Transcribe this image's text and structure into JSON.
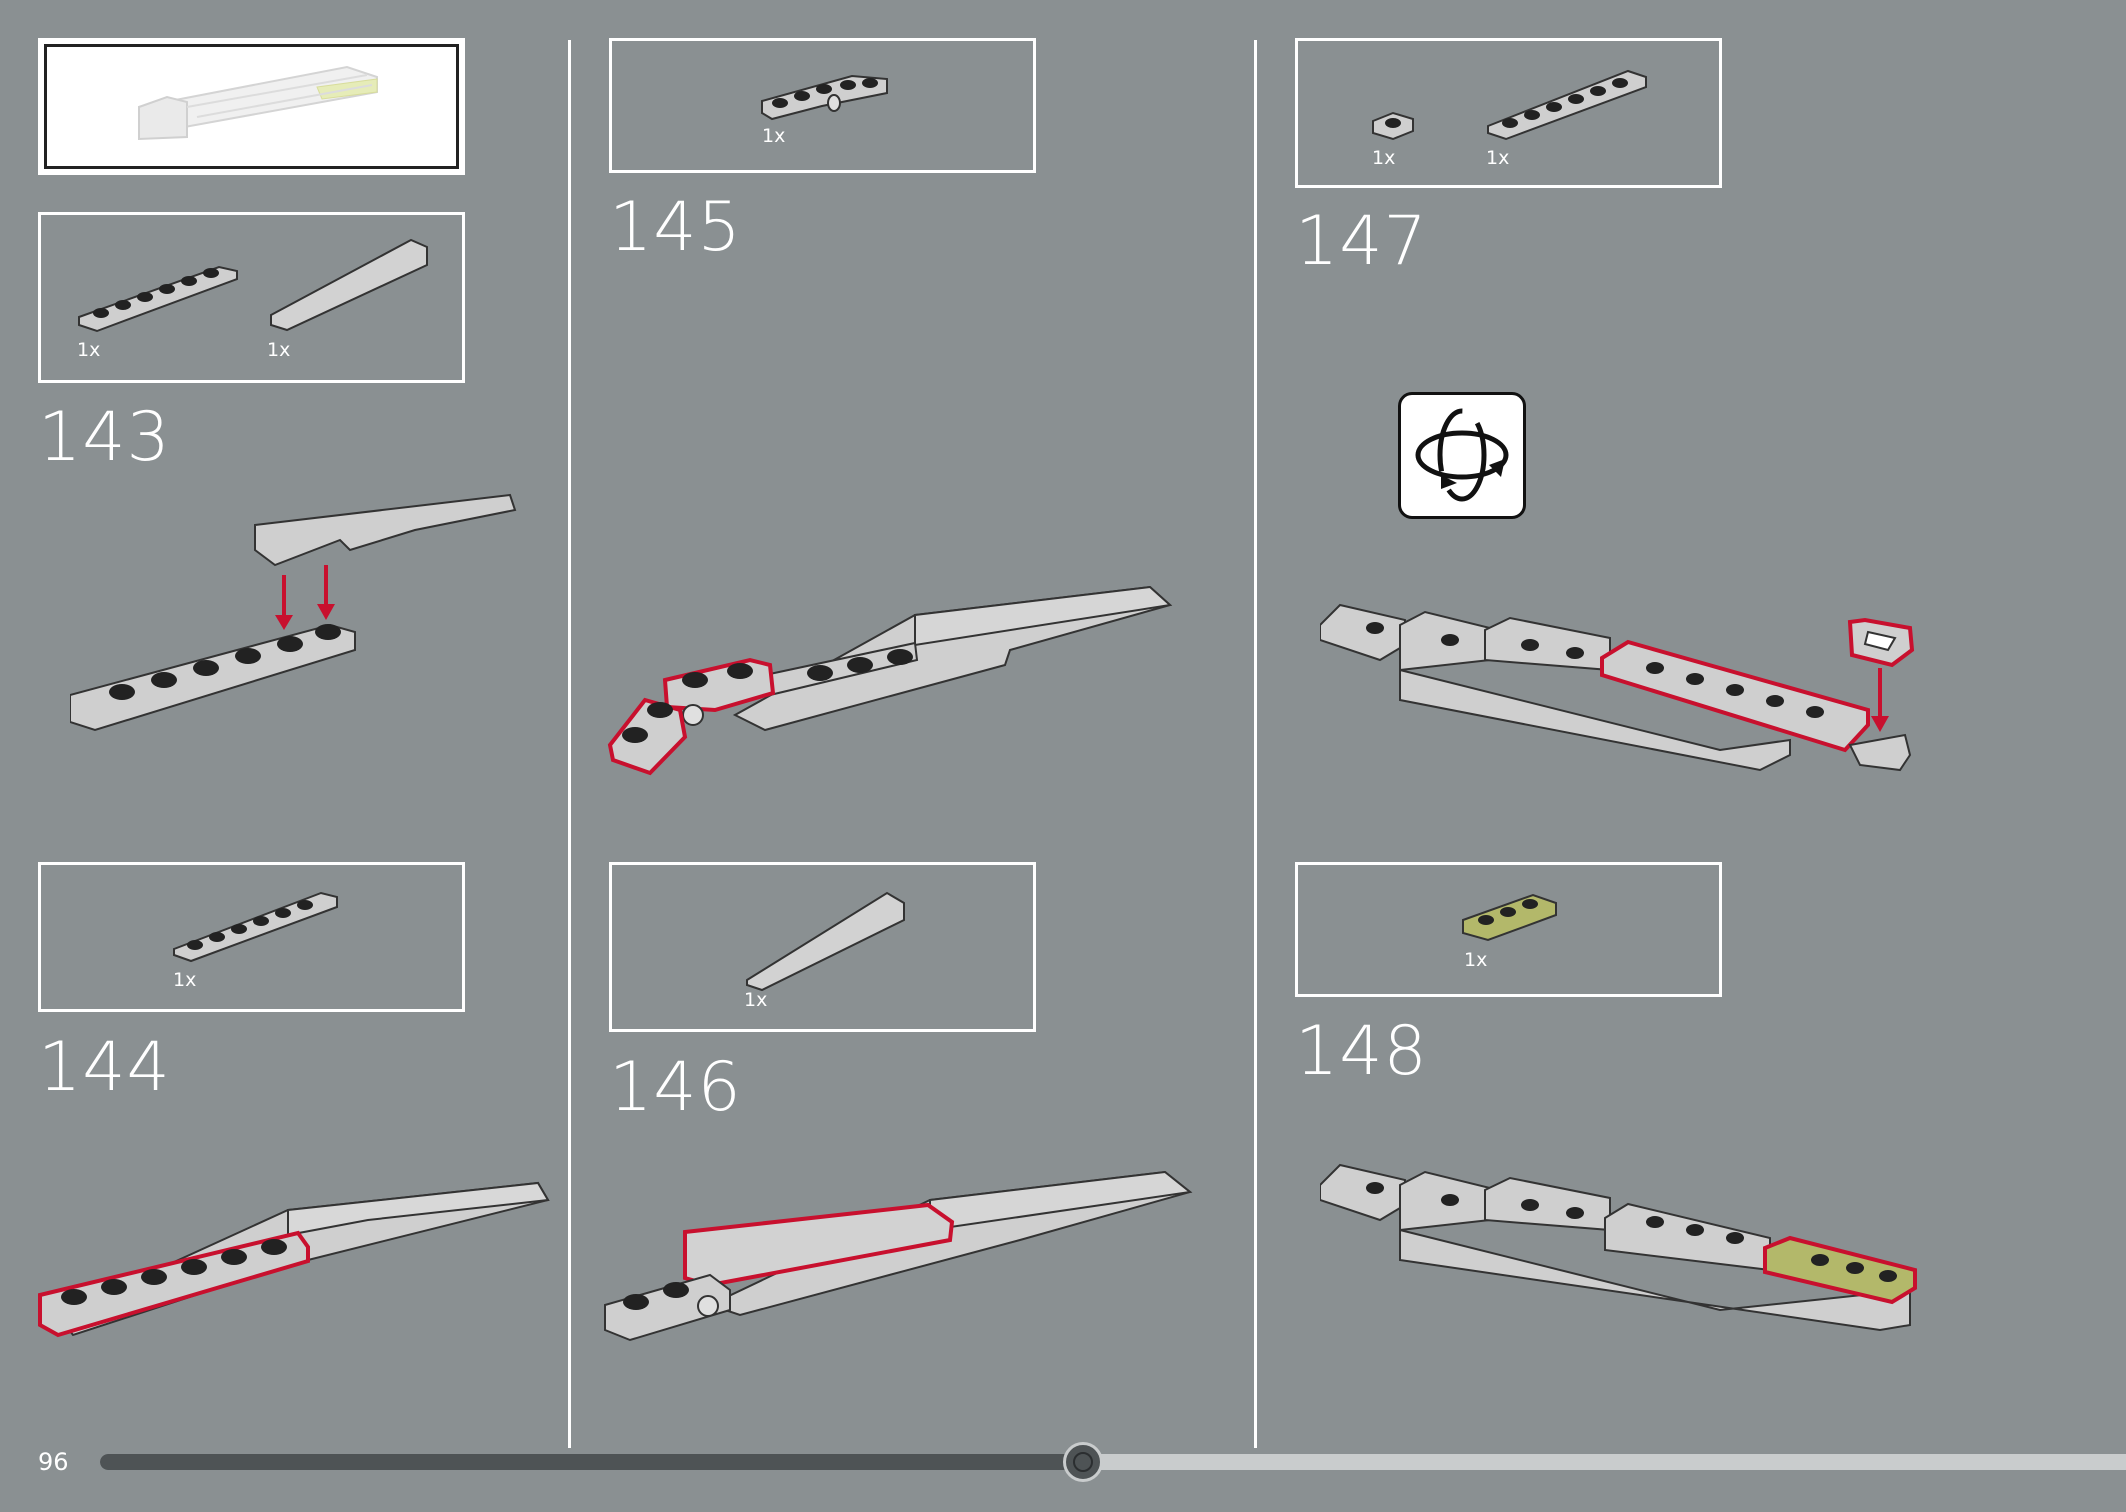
{
  "page": {
    "number": "96",
    "progress_fraction": 0.5
  },
  "steps": [
    {
      "id": "143",
      "number": "143",
      "parts": [
        {
          "qty": "1x",
          "part": "plate 1x6"
        },
        {
          "qty": "1x",
          "part": "wedge slope"
        }
      ]
    },
    {
      "id": "144",
      "number": "144",
      "parts": [
        {
          "qty": "1x",
          "part": "plate 1x6"
        }
      ]
    },
    {
      "id": "145",
      "number": "145",
      "parts": [
        {
          "qty": "1x",
          "part": "hinge plate"
        }
      ]
    },
    {
      "id": "146",
      "number": "146",
      "parts": [
        {
          "qty": "1x",
          "part": "wedge slope"
        }
      ]
    },
    {
      "id": "147",
      "number": "147",
      "parts": [
        {
          "qty": "1x",
          "part": "tile 1x1"
        },
        {
          "qty": "1x",
          "part": "plate 1x6"
        }
      ]
    },
    {
      "id": "148",
      "number": "148",
      "parts": [
        {
          "qty": "1x",
          "part": "plate 1x3 olive"
        }
      ]
    }
  ],
  "colors": {
    "background": "#8a9092",
    "highlight": "#c8102e",
    "brick_gray": "#cfcfcf",
    "olive": "#b3b86a"
  },
  "icons": {
    "rotate": "rotate-model-icon"
  }
}
